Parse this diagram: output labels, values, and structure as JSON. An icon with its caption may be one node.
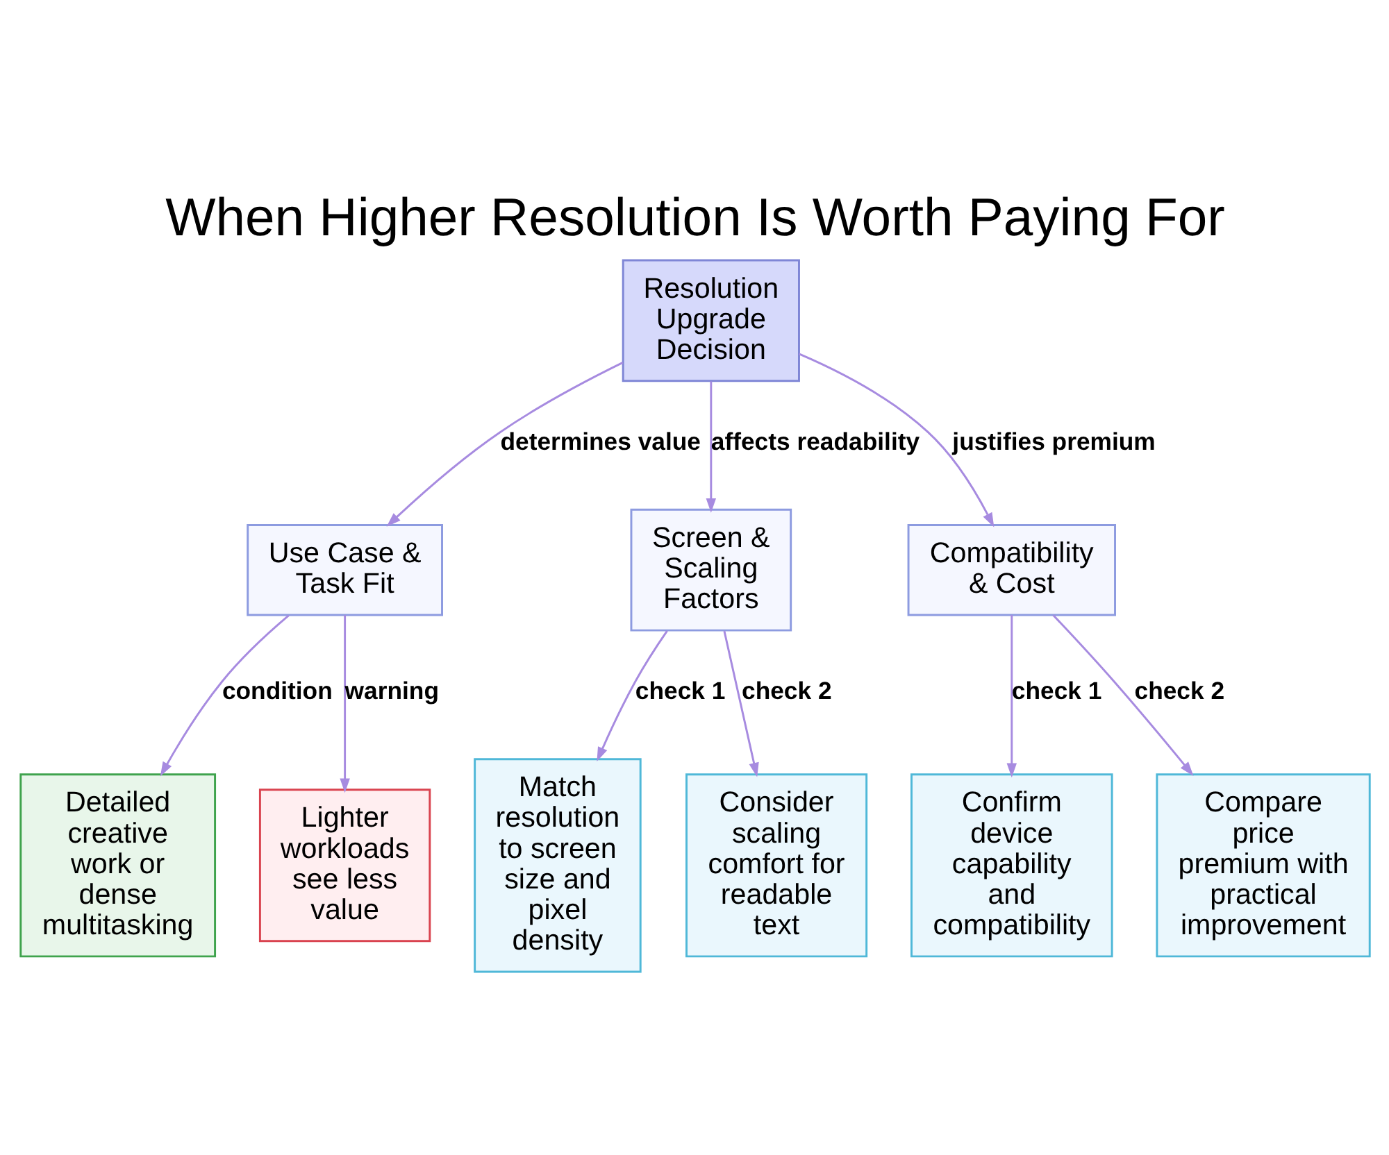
{
  "diagram": {
    "title": "When Higher Resolution Is Worth Paying For",
    "nodes": [
      {
        "text": [
          "Resolution Upgrade Decision"
        ]
      },
      {
        "text": [
          "Use Case & Task Fit"
        ]
      },
      {
        "text": [
          "Screen & Scaling Factors"
        ]
      },
      {
        "text": [
          "Compatibility & Cost"
        ]
      },
      {
        "text": [
          "Detailed creative work or dense multitasking"
        ]
      },
      {
        "text": [
          "Lighter workloads see less value"
        ]
      },
      {
        "text": [
          "Match resolution to screen size and pixel density"
        ]
      },
      {
        "text": [
          "Consider scaling comfort for readable text"
        ]
      },
      {
        "text": [
          "Confirm device capability and compatibility"
        ]
      },
      {
        "text": [
          "Compare price premium with practical improvement"
        ]
      }
    ],
    "edges": [
      {
        "from": 0,
        "to": 1,
        "arrow": "to",
        "label": "determines value"
      },
      {
        "from": 0,
        "to": 2,
        "arrow": "to",
        "label": "affects readability"
      },
      {
        "from": 0,
        "to": 3,
        "arrow": "to",
        "label": "justifies premium"
      },
      {
        "from": 1,
        "to": 4,
        "arrow": "to",
        "label": "condition"
      },
      {
        "from": 1,
        "to": 5,
        "arrow": "to",
        "label": "warning"
      },
      {
        "from": 2,
        "to": 6,
        "arrow": "to",
        "label": "check 1"
      },
      {
        "from": 2,
        "to": 7,
        "arrow": "to",
        "label": "check 2"
      },
      {
        "from": 3,
        "to": 8,
        "arrow": "to",
        "label": "check 1"
      },
      {
        "from": 3,
        "to": 9,
        "arrow": "to",
        "label": "check 2"
      }
    ]
  }
}
